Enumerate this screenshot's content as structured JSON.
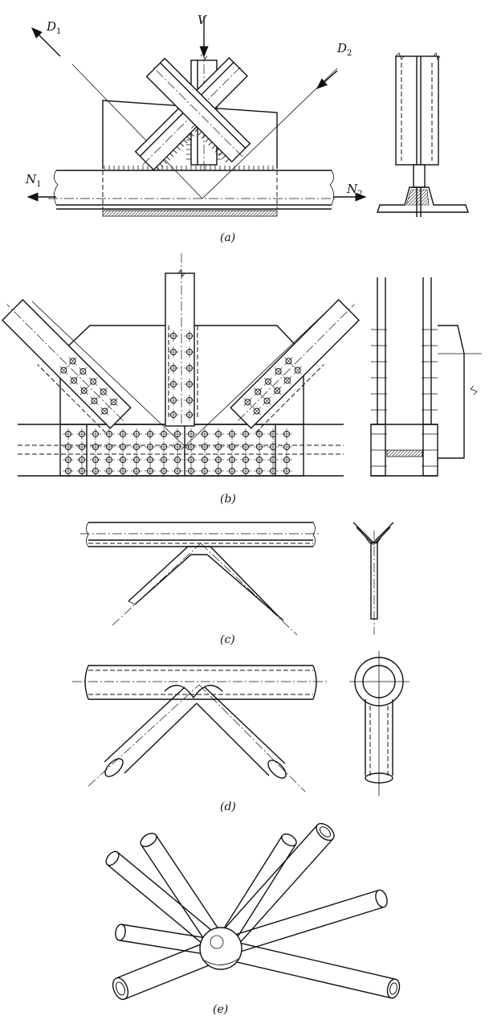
{
  "labels": {
    "D1": "D",
    "D1_sub": "1",
    "D2": "D",
    "D2_sub": "2",
    "V": "V",
    "N1": "N",
    "N1_sub": "1",
    "N2": "N",
    "N2_sub": "2"
  },
  "captions": {
    "a": "(a)",
    "b": "(b)",
    "c": "(c)",
    "d": "(d)",
    "e": "(e)"
  },
  "colors": {
    "line": "#111111",
    "background": "#ffffff"
  }
}
